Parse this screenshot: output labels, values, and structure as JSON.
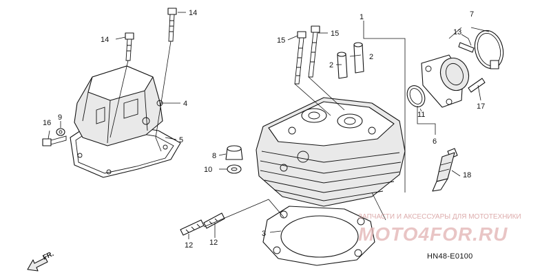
{
  "diagram": {
    "callouts": {
      "c1": "1",
      "c2a": "2",
      "c2b": "2",
      "c3": "3",
      "c4": "4",
      "c5": "5",
      "c6": "6",
      "c7": "7",
      "c8": "8",
      "c9": "9",
      "c10": "10",
      "c11": "11",
      "c12a": "12",
      "c12b": "12",
      "c13": "13",
      "c14a": "14",
      "c14b": "14",
      "c15a": "15",
      "c15b": "15",
      "c16": "16",
      "c17": "17",
      "c18": "18"
    },
    "part_code": "HN48-E0100",
    "direction_label": "FR.",
    "watermark": {
      "line": "ЗАПЧАСТИ И АКСЕССУАРЫ ДЛЯ МОТОТЕХНИКИ",
      "brand": "MOTO4FOR.RU"
    }
  }
}
